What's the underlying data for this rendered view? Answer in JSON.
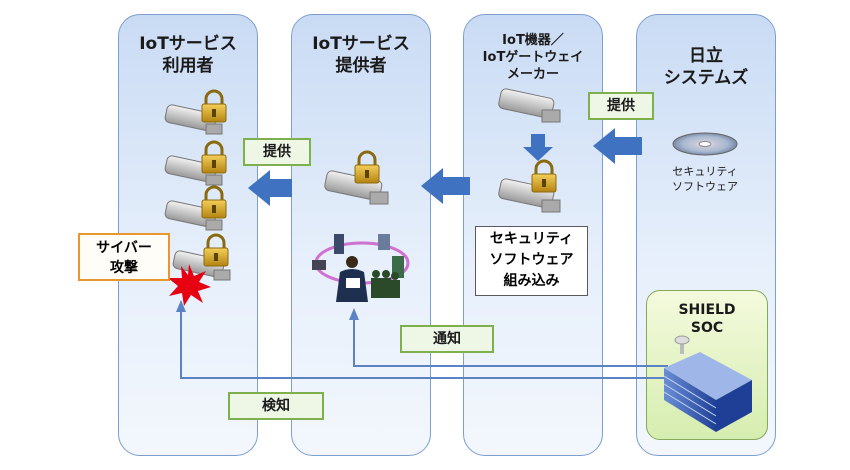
{
  "columns": [
    {
      "title_line1": "IoTサービス",
      "title_line2": "利用者"
    },
    {
      "title_line1": "IoTサービス",
      "title_line2": "提供者"
    },
    {
      "title_line1": "IoT機器／",
      "title_line2": "IoTゲートウェイ",
      "title_line3": "メーカー"
    },
    {
      "title_line1": "日立",
      "title_line2": "システムズ"
    }
  ],
  "labels": {
    "provide_left": "提供",
    "provide_right": "提供",
    "notify": "通知",
    "detect": "検知"
  },
  "attack": {
    "line1": "サイバー",
    "line2": "攻撃"
  },
  "embedded_software": {
    "line1": "セキュリティ",
    "line2": "ソフトウェア",
    "line3": "組み込み"
  },
  "software_caption": {
    "line1": "セキュリティ",
    "line2": "ソフトウェア"
  },
  "soc": {
    "line1": "SHIELD",
    "line2": "SOC"
  },
  "colors": {
    "column_border": "#7d9fcf",
    "arrow_blue": "#3f73c1",
    "tag_border": "#7fb04e",
    "attack_border": "#e8962e",
    "line_blue": "#5b82c4",
    "burst_red": "#e60012",
    "lock_gold": "#d9a520"
  },
  "icons": [
    "security-camera-icon",
    "padlock-icon",
    "server-network-icon",
    "business-people-icon",
    "cd-disc-icon",
    "building-icon",
    "explosion-icon",
    "arrow-left-icon",
    "arrow-down-icon"
  ]
}
